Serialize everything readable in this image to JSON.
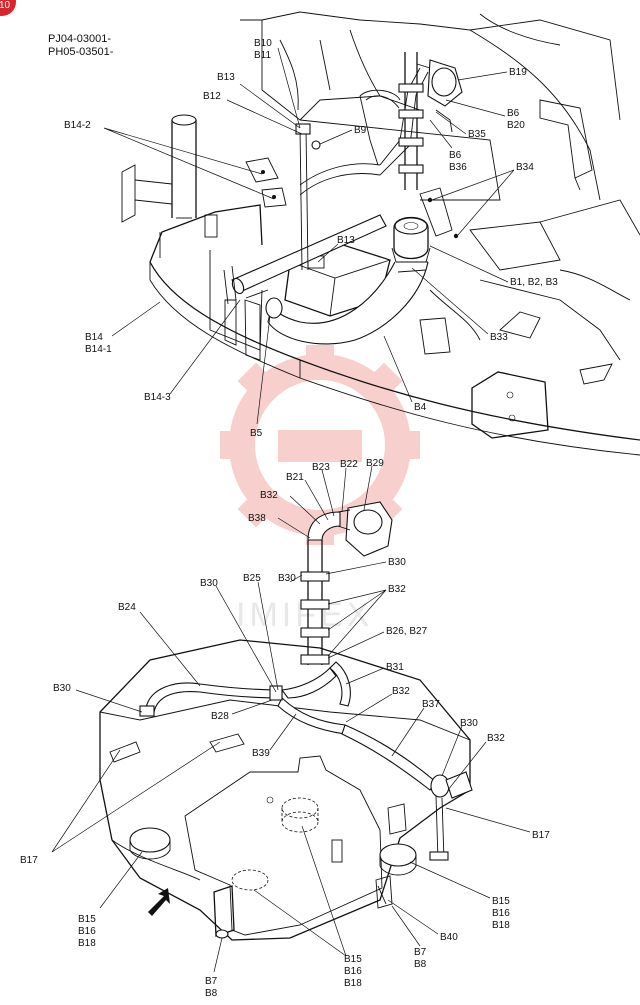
{
  "header": {
    "line1": "PJ04-03001-",
    "line2": "PH05-03501-"
  },
  "page_marker": "10",
  "watermark": {
    "text": "IMIFEX",
    "color": "#f2a8a4"
  },
  "colors": {
    "ink": "#111111",
    "marker": "#d9262c",
    "background": "#ffffff"
  },
  "icons": {
    "direction_arrow": "front-direction-arrow-icon"
  },
  "upper_callouts": {
    "b10": "B10",
    "b11": "B11",
    "b19": "B19",
    "b13_top": "B13",
    "b12": "B12",
    "b6_b20_a": "B6",
    "b6_b20_b": "B20",
    "b14_2": "B14-2",
    "b9": "B9",
    "b35": "B35",
    "b6_b36_a": "B6",
    "b6_b36_b": "B36",
    "b34": "B34",
    "b13_mid": "B13",
    "b1b2b3": "B1, B2, B3",
    "b14_a": "B14",
    "b14_b": "B14-1",
    "b33": "B33",
    "b14_3": "B14-3",
    "b4": "B4",
    "b5": "B5"
  },
  "lower_callouts": {
    "b23": "B23",
    "b22": "B22",
    "b29": "B29",
    "b21": "B21",
    "b32_a": "B32",
    "b38": "B38",
    "b30_a": "B30",
    "b30_b": "B30",
    "b25": "B25",
    "b30_c": "B30",
    "b32_b": "B32",
    "b24": "B24",
    "b26b27": "B26, B27",
    "b31": "B31",
    "b30_d": "B30",
    "b32_c": "B32",
    "b28": "B28",
    "b37": "B37",
    "b30_e": "B30",
    "b39": "B39",
    "b32_d": "B32",
    "b17_a": "B17",
    "b17_b": "B17",
    "b15_a": "B15",
    "b16_a": "B16",
    "b18_a": "B18",
    "b15_b": "B15",
    "b16_b": "B16",
    "b18_b": "B18",
    "b40": "B40",
    "b7_a": "B7",
    "b8_a": "B8",
    "b15_c": "B15",
    "b16_c": "B16",
    "b18_c": "B18",
    "b7_b": "B7",
    "b8_b": "B8"
  }
}
